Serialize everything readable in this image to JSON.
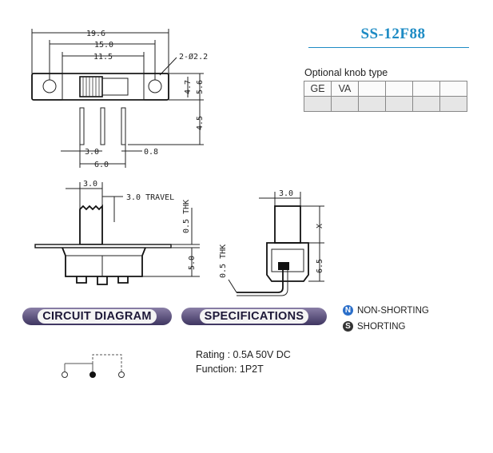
{
  "model": "SS-12F88",
  "knob": {
    "title": "Optional knob type",
    "row1": [
      "GE",
      "VA",
      "",
      "",
      "",
      ""
    ],
    "row2": [
      "",
      "",
      "",
      "",
      "",
      ""
    ]
  },
  "sections": {
    "circuit": "CIRCUIT DIAGRAM",
    "spec": "SPECIFICATIONS"
  },
  "legend": {
    "n_letter": "N",
    "n_label": "NON-SHORTING",
    "s_letter": "S",
    "s_label": "SHORTING"
  },
  "specs": {
    "rating": "Rating : 0.5A 50V DC",
    "function": "Function: 1P2T"
  },
  "dims": {
    "top_overall": "19.6",
    "top_hole_pitch": "15.0",
    "top_body": "11.5",
    "holes": "2-Ø2.2",
    "right_inner": "4.7",
    "right_outer": "5.6",
    "pin_length": "4.5",
    "pin_pitch": "3.0",
    "pin_width": "0.8",
    "pin_span": "6.0",
    "side_width": "3.0",
    "travel": "3.0 TRAVEL",
    "actuator_thk": "0.5 THK",
    "body_height": "5.0",
    "pin_thk": "0.5 THK",
    "end_width": "3.0",
    "end_x": "X",
    "end_height": "6.5"
  },
  "colors": {
    "accent": "#1d8bc4",
    "pill": "#3e3560"
  }
}
